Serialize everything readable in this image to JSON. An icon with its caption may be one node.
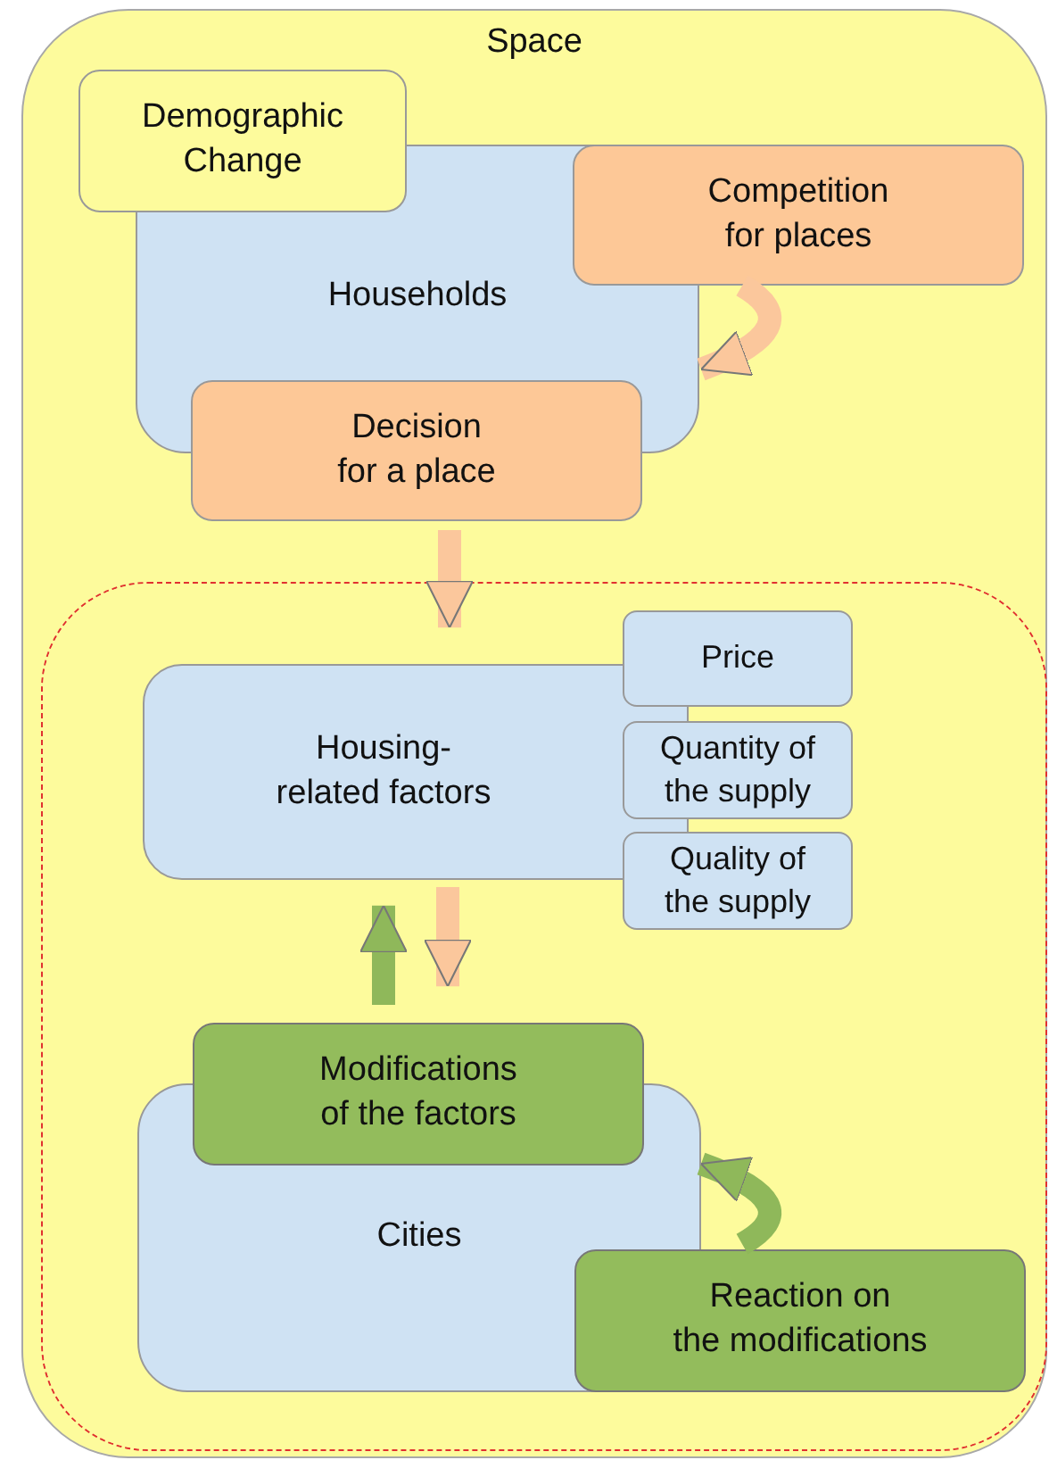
{
  "diagram": {
    "nodes": [
      {
        "text": [
          "Space"
        ]
      },
      {
        "text": [
          "Demographic Change"
        ],
        "in": 0
      },
      {
        "text": [
          "Households"
        ],
        "in": 0
      },
      {
        "text": [
          "Competition for places"
        ],
        "in": 0
      },
      {
        "text": [
          "Decision for a place"
        ],
        "in": 0
      },
      {
        "text": [],
        "shape": "box",
        "in": 0
      },
      {
        "text": [
          "Housing-related factors"
        ],
        "in": 5
      },
      {
        "text": [
          "Price"
        ],
        "in": 5
      },
      {
        "text": [
          "Quantity of the supply"
        ],
        "in": 5
      },
      {
        "text": [
          "Quality of the supply"
        ],
        "in": 5
      },
      {
        "text": [
          "Cities"
        ],
        "in": 5
      },
      {
        "text": [
          "Modifications of the factors"
        ],
        "in": 5
      },
      {
        "text": [
          "Reaction on the modifications"
        ],
        "in": 5
      }
    ],
    "edges": [
      {
        "from": 4,
        "to": 6,
        "arrow": "to",
        "color": "#fbc79c"
      },
      {
        "from": 11,
        "to": 6,
        "arrow": "to",
        "color": "#8fb85a"
      },
      {
        "from": 6,
        "to": 11,
        "arrow": "to",
        "color": "#fbc79c"
      },
      {
        "from": 3,
        "to": 2,
        "arrow": "to",
        "color": "#fbc79c"
      },
      {
        "from": 12,
        "to": 10,
        "arrow": "to",
        "color": "#8fb85a"
      }
    ]
  }
}
